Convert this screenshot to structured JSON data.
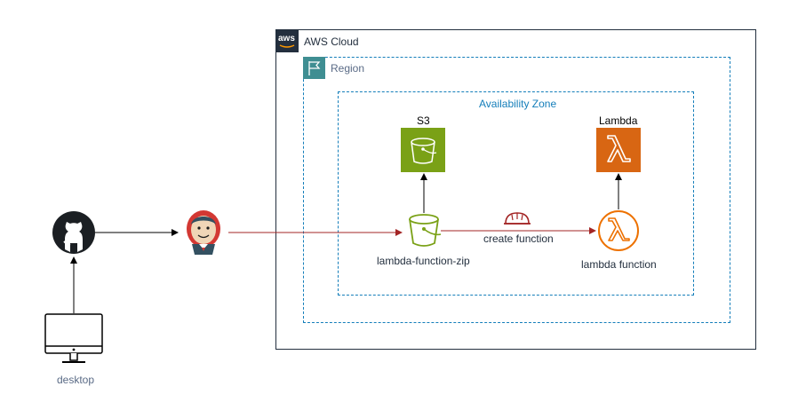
{
  "groups": {
    "cloud_label": "AWS Cloud",
    "cloud_logo_text": "aws",
    "region_label": "Region",
    "az_label": "Availability Zone"
  },
  "nodes": {
    "github": {
      "icon": "github-icon"
    },
    "desktop": {
      "icon": "desktop-icon",
      "label": "desktop"
    },
    "jenkins": {
      "icon": "jenkins-icon"
    },
    "bucket": {
      "icon": "s3-bucket-icon",
      "label": "lambda-function-zip"
    },
    "s3": {
      "icon": "s3-icon",
      "label": "S3"
    },
    "lambda": {
      "icon": "lambda-service-icon",
      "label": "Lambda"
    },
    "lambda_function": {
      "icon": "lambda-function-icon",
      "label": "lambda function"
    }
  },
  "edges": {
    "create_function": {
      "label": "create function",
      "icon": "helmet-icon"
    }
  },
  "colors": {
    "cloud_border": "#232f3e",
    "dashed_border": "#147eba",
    "region_text": "#5a6b86",
    "s3_green": "#7aa116",
    "lambda_orange": "#ed7100",
    "arrow_black": "#000000",
    "arrow_red": "#a32525"
  }
}
